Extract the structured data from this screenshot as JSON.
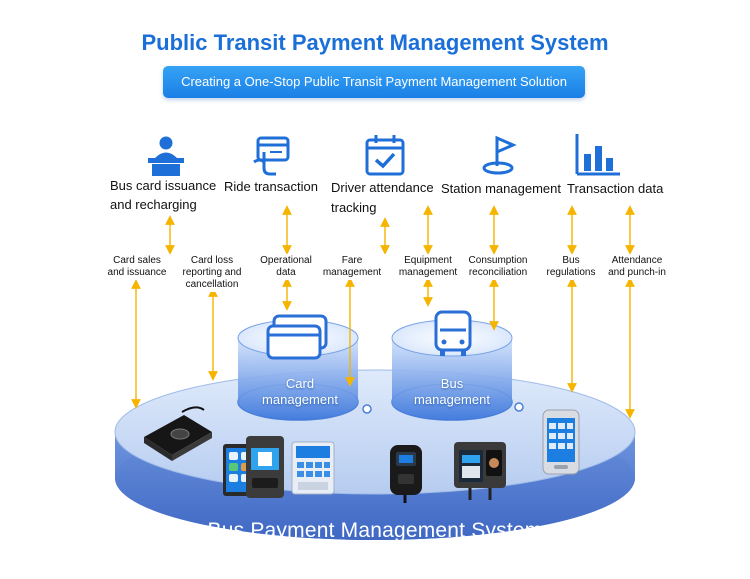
{
  "header": {
    "title": "Public Transit Payment Management System",
    "subtitle": "Creating a One-Stop Public Transit Payment Management Solution"
  },
  "categories": [
    {
      "id": "issuance",
      "icon": "reception-desk-icon",
      "label": "Bus card issuance and recharging"
    },
    {
      "id": "ride",
      "icon": "card-tap-icon",
      "label": "Ride transaction"
    },
    {
      "id": "driver",
      "icon": "calendar-check-icon",
      "label": "Driver attendance tracking"
    },
    {
      "id": "station",
      "icon": "location-flag-icon",
      "label": "Station management"
    },
    {
      "id": "transaction",
      "icon": "bar-chart-icon",
      "label": "Transaction data"
    }
  ],
  "functions": [
    {
      "id": "card-sales",
      "label": "Card sales and issuance"
    },
    {
      "id": "card-loss",
      "label": "Card loss reporting and cancellation"
    },
    {
      "id": "operational",
      "label": "Operational data"
    },
    {
      "id": "fare",
      "label": "Fare management"
    },
    {
      "id": "equipment",
      "label": "Equipment management"
    },
    {
      "id": "consumption",
      "label": "Consumption reconciliation"
    },
    {
      "id": "regulations",
      "label": "Bus regulations"
    },
    {
      "id": "attendance",
      "label": "Attendance and punch-in"
    }
  ],
  "modules": {
    "card": {
      "label": "Card management",
      "icon": "cards-icon"
    },
    "bus": {
      "label": "Bus management",
      "icon": "bus-icon"
    }
  },
  "platform": {
    "label": "Bus Payment Management System"
  },
  "devices": [
    {
      "id": "desktop-card-reader",
      "icon": "card-reader-icon"
    },
    {
      "id": "dual-screen-terminal",
      "icon": "dual-screen-terminal-icon"
    },
    {
      "id": "qr-validator",
      "icon": "qr-validator-icon"
    },
    {
      "id": "small-validator",
      "icon": "small-validator-icon"
    },
    {
      "id": "face-payment-terminal",
      "icon": "face-payment-terminal-icon"
    },
    {
      "id": "handheld-pos",
      "icon": "handheld-pos-icon"
    }
  ],
  "colors": {
    "title": "#1a6fd8",
    "icon_blue": "#1f6fd9",
    "arrow_gold": "#f5b400",
    "platform_top": "#c4d9f5",
    "platform_rim": "#5b86d4"
  }
}
